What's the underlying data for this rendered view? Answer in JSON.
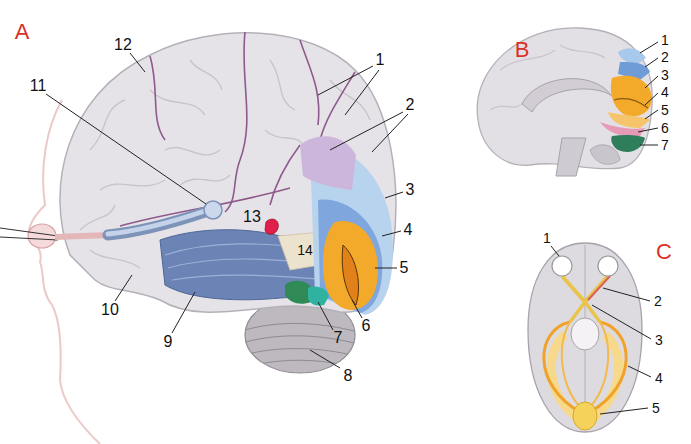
{
  "diagram": {
    "labels": [
      "A",
      "12",
      "11",
      "1",
      "2",
      "3",
      "4",
      "13",
      "14",
      "5",
      "6",
      "10",
      "9",
      "7",
      "8",
      "B",
      "1",
      "2",
      "3",
      "4",
      "5",
      "6",
      "7",
      "C",
      "1",
      "2",
      "3",
      "4",
      "5"
    ]
  }
}
